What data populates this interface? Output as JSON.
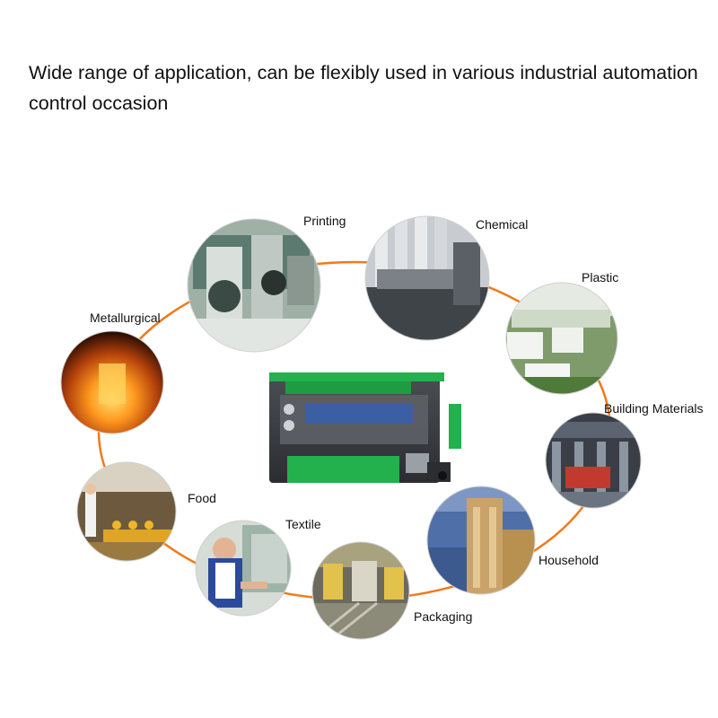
{
  "headline": "Wide range of application, can be flexibly used in various industrial automation control occasion",
  "ring_color": "#f07a1c",
  "applications": [
    {
      "id": "printing",
      "label": "Printing"
    },
    {
      "id": "chemical",
      "label": "Chemical"
    },
    {
      "id": "plastic",
      "label": "Plastic"
    },
    {
      "id": "building-materials",
      "label": "Building Materials"
    },
    {
      "id": "household",
      "label": "Household"
    },
    {
      "id": "packaging",
      "label": "Packaging"
    },
    {
      "id": "textile",
      "label": "Textile"
    },
    {
      "id": "food",
      "label": "Food"
    },
    {
      "id": "metallurgical",
      "label": "Metallurgical"
    }
  ]
}
